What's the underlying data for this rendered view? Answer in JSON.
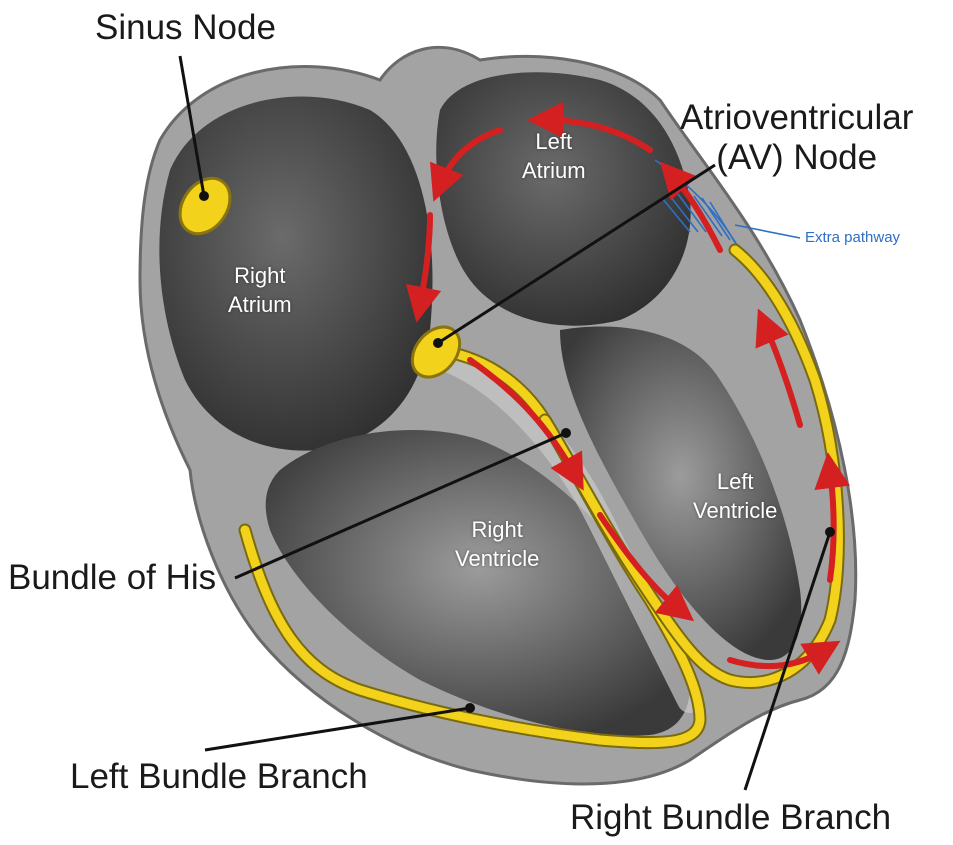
{
  "labels": {
    "sinus_node": "Sinus Node",
    "av_node_line1": "Atrioventricular",
    "av_node_line2": "(AV) Node",
    "extra_pathway": "Extra pathway",
    "bundle_of_his": "Bundle of His",
    "left_bundle_branch": "Left Bundle Branch",
    "right_bundle_branch": "Right Bundle Branch"
  },
  "chambers": {
    "right_atrium": [
      "Right",
      "Atrium"
    ],
    "left_atrium": [
      "Left",
      "Atrium"
    ],
    "right_ventricle": [
      "Right",
      "Ventricle"
    ],
    "left_ventricle": [
      "Left",
      "Ventricle"
    ]
  },
  "colors": {
    "signal_arrow": "#d42020",
    "conduction_path": "#f2d21a",
    "extra_pathway": "#2f6fc4",
    "heart_wall": "#9a9a9a",
    "cavity": "#3e3e3e"
  }
}
